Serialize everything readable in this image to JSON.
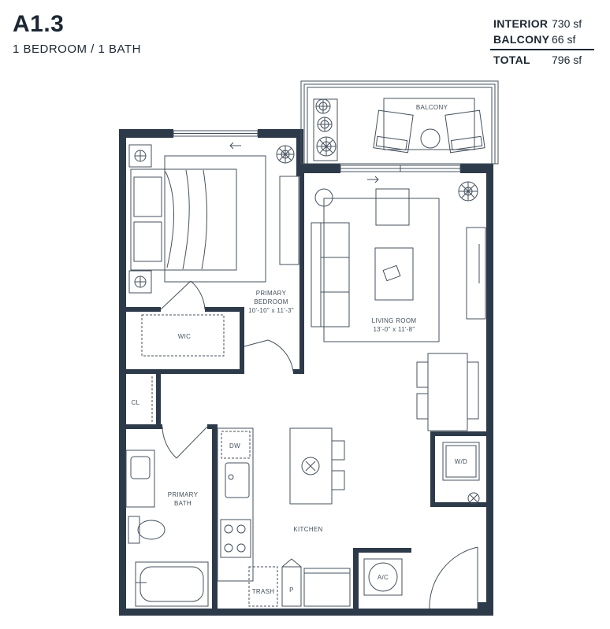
{
  "unit": {
    "name": "A1.3",
    "type": "1 BEDROOM / 1 BATH"
  },
  "areas": {
    "interior_label": "INTERIOR",
    "interior_value": "730 sf",
    "balcony_label": "BALCONY",
    "balcony_value": "66 sf",
    "total_label": "TOTAL",
    "total_value": "796 sf"
  },
  "rooms": {
    "balcony": "BALCONY",
    "bedroom_name_1": "PRIMARY",
    "bedroom_name_2": "BEDROOM",
    "bedroom_dims": "10'-10\" x 11'-3\"",
    "living_name": "LIVING ROOM",
    "living_dims": "13'-0\" x 11'-8\"",
    "wic": "WIC",
    "closet": "CL",
    "dishwasher": "DW",
    "bath_name_1": "PRIMARY",
    "bath_name_2": "BATH",
    "washer_dryer": "W/D",
    "kitchen": "KITCHEN",
    "ac": "A/C",
    "trash": "TRASH",
    "pantry": "P"
  },
  "colors": {
    "wall": "#2d3a4a",
    "line": "#44505c",
    "accent": "#1c2733"
  }
}
